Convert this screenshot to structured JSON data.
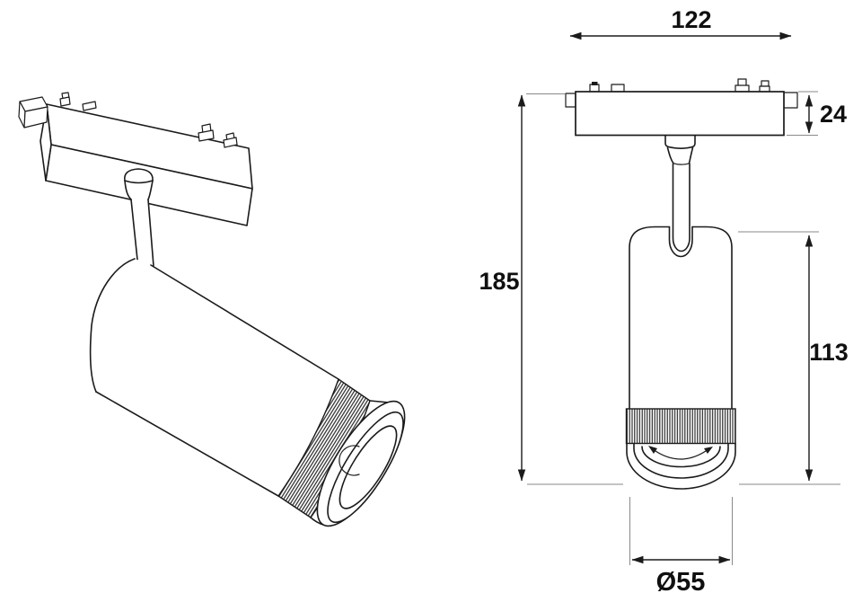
{
  "meta": {
    "description": "Dimensioned technical line drawing of a magnetic track spotlight: isometric view on the left, front elevation with dimension callouts on the right"
  },
  "dimensions": {
    "track_width": "122",
    "track_height": "24",
    "overall_height": "185",
    "body_height": "113",
    "diameter": "Ø55"
  },
  "colors": {
    "background": "#ffffff",
    "line": "#1b1b1b",
    "extension_line": "#8a8a8a",
    "label_text": "#101010"
  }
}
